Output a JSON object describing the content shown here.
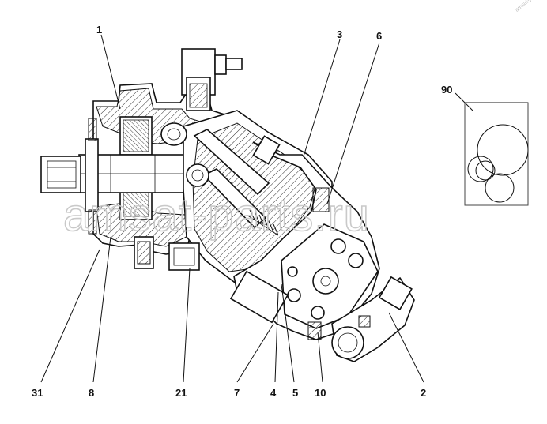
{
  "watermark": {
    "main": "amsat-parts.ru",
    "corner": "amsat-parts"
  },
  "callouts": [
    {
      "id": "1",
      "label": "1"
    },
    {
      "id": "3",
      "label": "3"
    },
    {
      "id": "6",
      "label": "6"
    },
    {
      "id": "90",
      "label": "90"
    },
    {
      "id": "31",
      "label": "31"
    },
    {
      "id": "8",
      "label": "8"
    },
    {
      "id": "21",
      "label": "21"
    },
    {
      "id": "7",
      "label": "7"
    },
    {
      "id": "4",
      "label": "4"
    },
    {
      "id": "5",
      "label": "5"
    },
    {
      "id": "10",
      "label": "10"
    },
    {
      "id": "2",
      "label": "2"
    }
  ]
}
